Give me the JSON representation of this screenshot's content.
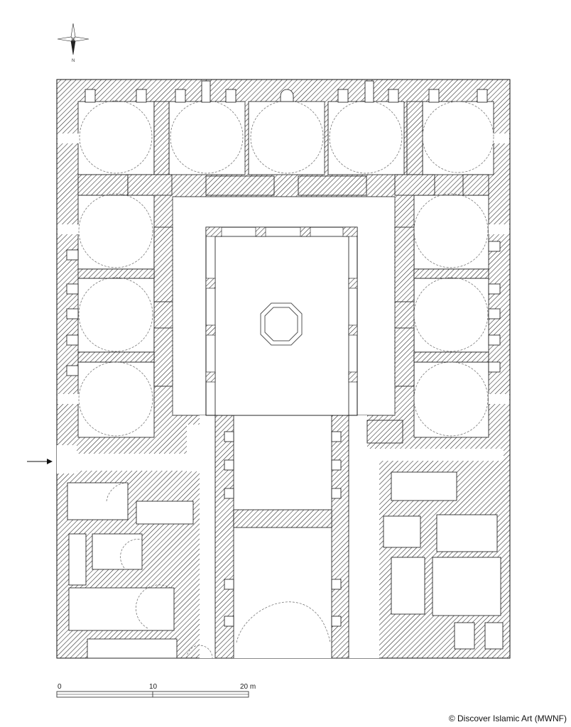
{
  "compass": {
    "label": "N"
  },
  "scale_bar": {
    "labels": [
      "0",
      "10",
      "20 m"
    ]
  },
  "credit": "© Discover Islamic Art (MWNF)"
}
